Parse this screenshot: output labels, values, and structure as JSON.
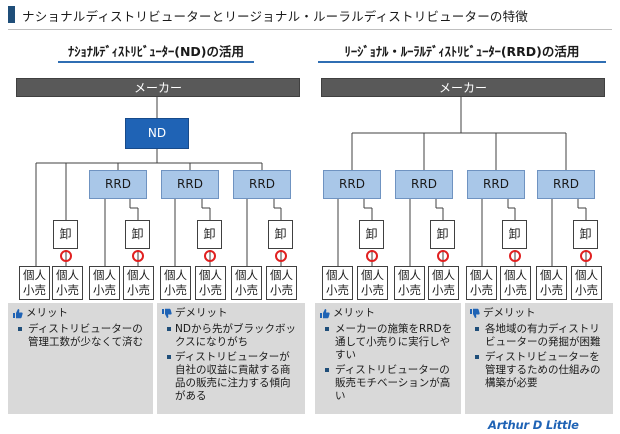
{
  "page": {
    "title": "ナショナルディストリビューターとリージョナル・ルーラルディストリビューターの特徴"
  },
  "panels": {
    "left": {
      "heading": "ﾅｼｮﾅﾙﾃﾞｨｽﾄﾘﾋﾞｭｰﾀｰ(ND)の活用",
      "maker": "メーカー",
      "nd": "ND",
      "rrd": [
        "RRD",
        "RRD",
        "RRD"
      ],
      "oroshi": [
        "卸",
        "卸",
        "卸",
        "卸"
      ],
      "retail": [
        {
          "top": "個人",
          "bottom": "小売"
        },
        {
          "top": "個人",
          "bottom": "小売"
        },
        {
          "top": "個人",
          "bottom": "小売"
        },
        {
          "top": "個人",
          "bottom": "小売"
        },
        {
          "top": "個人",
          "bottom": "小売"
        },
        {
          "top": "個人",
          "bottom": "小売"
        },
        {
          "top": "個人",
          "bottom": "小売"
        },
        {
          "top": "個人",
          "bottom": "小売"
        }
      ]
    },
    "right": {
      "heading": "ﾘｰｼﾞｮﾅﾙ・ﾙｰﾗﾙﾃﾞｨｽﾄﾘﾋﾞｭｰﾀｰ(RRD)の活用",
      "maker": "メーカー",
      "rrd": [
        "RRD",
        "RRD",
        "RRD",
        "RRD"
      ],
      "oroshi": [
        "卸",
        "卸",
        "卸",
        "卸"
      ],
      "retail": [
        {
          "top": "個人",
          "bottom": "小売"
        },
        {
          "top": "個人",
          "bottom": "小売"
        },
        {
          "top": "個人",
          "bottom": "小売"
        },
        {
          "top": "個人",
          "bottom": "小売"
        },
        {
          "top": "個人",
          "bottom": "小売"
        },
        {
          "top": "個人",
          "bottom": "小売"
        },
        {
          "top": "個人",
          "bottom": "小売"
        },
        {
          "top": "個人",
          "bottom": "小売"
        }
      ]
    }
  },
  "notes": {
    "nd_merit": {
      "title": "メリット",
      "items": [
        "ディストリビューターの管理工数が少なくて済む"
      ]
    },
    "nd_demerit": {
      "title": "デメリット",
      "items": [
        "NDから先がブラックボックスになりがち",
        "ディストリビューターが自社の収益に貢献する商品の販売に注力する傾向がある"
      ]
    },
    "rrd_merit": {
      "title": "メリット",
      "items": [
        "メーカーの施策をRRDを通して小売りに実行しやすい",
        "ディストリビューターの販売モチベーションが高い"
      ]
    },
    "rrd_demerit": {
      "title": "デメリット",
      "items": [
        "各地域の有力ディストリビューターの発掘が困難",
        "ディストリビューターを管理するための仕組みの構築が必要"
      ]
    }
  },
  "footer": {
    "logo": "Arthur D Little"
  }
}
